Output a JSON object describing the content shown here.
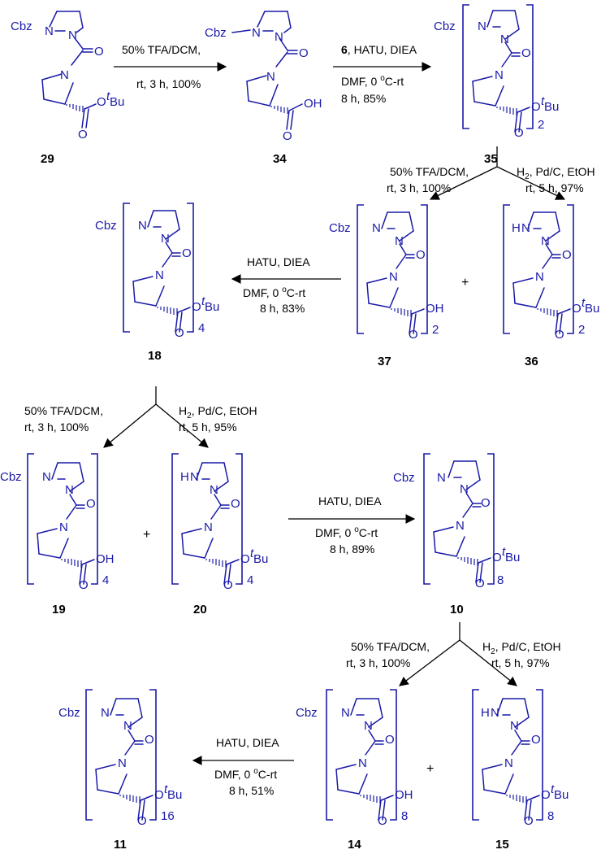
{
  "labels": {
    "cbz": "Cbz",
    "n": "N",
    "h": "H",
    "o": "O",
    "oh": "OH",
    "otbu": "O",
    "t": "t",
    "bu": "Bu",
    "plus": "+"
  },
  "compounds": {
    "c29": "29",
    "c34": "34",
    "c35": "35",
    "c37": "37",
    "c36": "36",
    "c18": "18",
    "c19": "19",
    "c20": "20",
    "c10": "10",
    "c14": "14",
    "c15": "15",
    "c11": "11"
  },
  "repeats": {
    "r35": "2",
    "r37": "2",
    "r36": "2",
    "r18": "4",
    "r19": "4",
    "r20": "4",
    "r10": "8",
    "r14": "8",
    "r15": "8",
    "r11": "16"
  },
  "conditions": {
    "a1_top": "50% TFA/DCM,",
    "a1_bot": "rt, 3 h, 100%",
    "a2_top_bold": "6",
    "a2_top": ", HATU, DIEA",
    "a2_mid1": "DMF, 0 ",
    "a2_mid2": "C-rt",
    "a2_bot": "8 h, 85%",
    "deg": "o",
    "s1_l1": "50% TFA/DCM,",
    "s1_l2": "rt, 3 h, 100%",
    "s1_r1a": "H",
    "s1_r1b": "2",
    "s1_r1c": ", Pd/C, EtOH",
    "s1_r2": "rt, 5 h, 97%",
    "a3_top": "HATU, DIEA",
    "a3_mid1": "DMF, 0 ",
    "a3_mid2": "C-rt",
    "a3_bot": "8 h, 83%",
    "s2_l1": "50% TFA/DCM,",
    "s2_l2": "rt, 3 h, 100%",
    "s2_r1a": "H",
    "s2_r1b": "2",
    "s2_r1c": ", Pd/C, EtOH",
    "s2_r2": "rt, 5 h, 95%",
    "a4_top": "HATU, DIEA",
    "a4_mid1": "DMF, 0 ",
    "a4_mid2": "C-rt",
    "a4_bot": "8 h, 89%",
    "s3_l1": "50% TFA/DCM,",
    "s3_l2": "rt, 3 h, 100%",
    "s3_r1a": "H",
    "s3_r1b": "2",
    "s3_r1c": ", Pd/C, EtOH",
    "s3_r2": "rt, 5 h, 97%",
    "a5_top": "HATU, DIEA",
    "a5_mid1": "DMF, 0 ",
    "a5_mid2": "C-rt",
    "a5_bot": "8 h, 51%"
  }
}
